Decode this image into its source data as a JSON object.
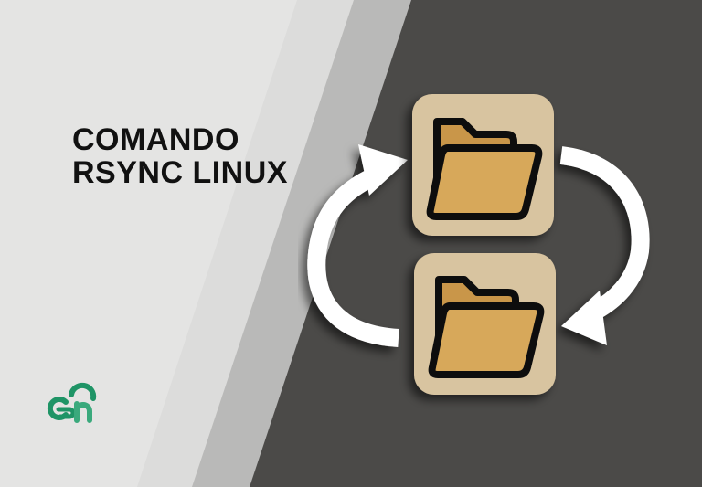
{
  "hero": {
    "title_line1": "COMANDO",
    "title_line2": "RSYNC LINUX"
  },
  "logo": {
    "name": "gh-cloud-logo",
    "color": "#1f9466"
  },
  "colors": {
    "background_light": "#e4e4e3",
    "band_light": "#dcdcdb",
    "band_mid": "#b9b9b8",
    "background_dark": "#4b4a48",
    "tile": "#d8c4a0",
    "folder_fill": "#d7a85a",
    "folder_stroke": "#111111",
    "arrow": "#ffffff",
    "accent": "#1f9466"
  },
  "illustration": {
    "description": "Two folder tiles with circular sync arrows",
    "items": [
      {
        "name": "folder-tile-top"
      },
      {
        "name": "folder-tile-bottom"
      }
    ]
  }
}
